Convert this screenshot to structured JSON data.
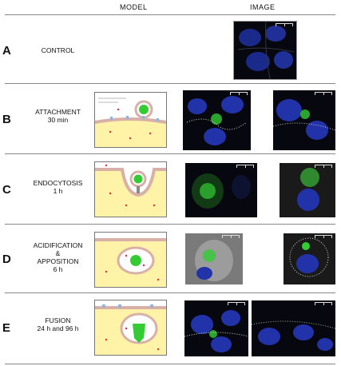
{
  "headers": {
    "model": "MODEL",
    "image": "IMAGE"
  },
  "rows": [
    {
      "letter": "A",
      "lines": [
        "CONTROL"
      ]
    },
    {
      "letter": "B",
      "lines": [
        "ATTACHMENT",
        "30 min"
      ]
    },
    {
      "letter": "C",
      "lines": [
        "ENDOCYTOSIS",
        "1 h"
      ]
    },
    {
      "letter": "D",
      "lines": [
        "ACIDIFICATION",
        "&",
        "APPOSITION",
        "6 h"
      ]
    },
    {
      "letter": "E",
      "lines": [
        "FUSION",
        "24 h and 96 h"
      ]
    }
  ],
  "colors": {
    "nucleus": "#2233aa",
    "vesicle": "#33cc33",
    "cytoplasm": "#fff3a8",
    "membrane": "#d8b0a8",
    "receptor": "#8fb3d9",
    "dot": "#e03040"
  }
}
